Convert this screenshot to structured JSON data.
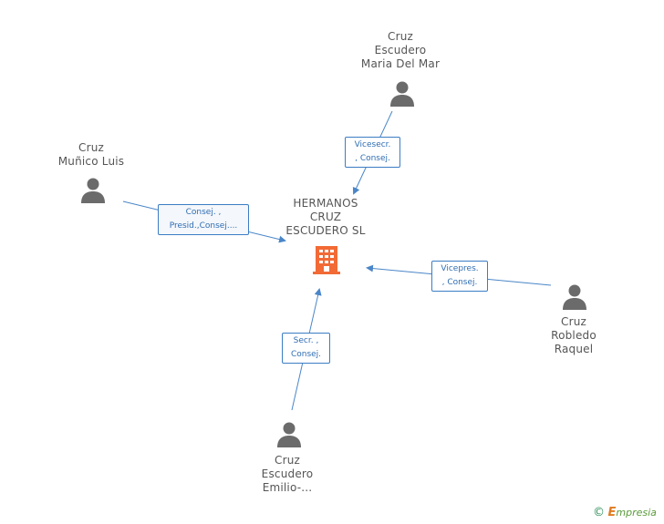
{
  "company": {
    "name": "HERMANOS\nCRUZ\nESCUDERO SL"
  },
  "people": {
    "p1": {
      "name": "Cruz\nEscudero\nMaria Del Mar"
    },
    "p2": {
      "name": "Cruz\nMuñico Luis"
    },
    "p3": {
      "name": "Cruz\nRobledo\nRaquel"
    },
    "p4": {
      "name": "Cruz\nEscudero\nEmilio-..."
    }
  },
  "roles": {
    "r1": "Vicesecr.\n, Consej.",
    "r2": "Consej. ,\nPresid.,Consej....",
    "r3": "Vicepres.\n, Consej.",
    "r4": "Secr. ,\nConsej."
  },
  "colors": {
    "edge": "#4a86c8",
    "person": "#6b6b6b",
    "company": "#f26a35"
  },
  "footer": {
    "copyright": "©",
    "brand_initial": "E",
    "brand_rest": "mpresia"
  }
}
